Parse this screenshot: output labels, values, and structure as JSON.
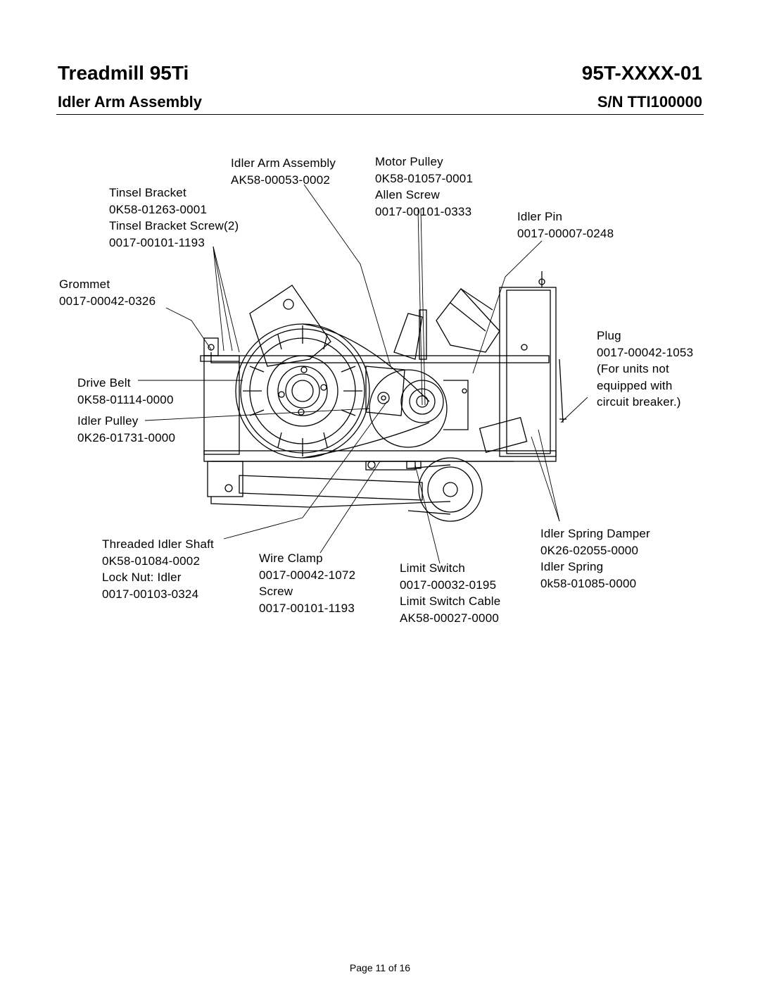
{
  "header": {
    "title": "Treadmill 95Ti",
    "model": "95T-XXXX-01",
    "subtitle": "Idler Arm Assembly",
    "serial": "S/N TTI100000"
  },
  "labels": {
    "idler_arm": [
      "Idler Arm  Assembly",
      "AK58-00053-0002"
    ],
    "motor_pulley": [
      "Motor Pulley",
      "0K58-01057-0001",
      "Allen Screw",
      "0017-00101-0333"
    ],
    "tinsel": [
      "Tinsel Bracket",
      "0K58-01263-0001",
      "Tinsel Bracket Screw(2)",
      "0017-00101-1193"
    ],
    "idler_pin": [
      "Idler Pin",
      "0017-00007-0248"
    ],
    "grommet": [
      "Grommet",
      "0017-00042-0326"
    ],
    "plug": [
      "Plug",
      "0017-00042-1053",
      "(For units not",
      "equipped with",
      "circuit breaker.)"
    ],
    "drive_belt": [
      "Drive Belt",
      "0K58-01114-0000"
    ],
    "idler_pulley": [
      "Idler Pulley",
      "0K26-01731-0000"
    ],
    "threaded_shaft": [
      "Threaded Idler Shaft",
      "0K58-01084-0002",
      "Lock Nut: Idler",
      "0017-00103-0324"
    ],
    "wire_clamp": [
      "Wire Clamp",
      "0017-00042-1072",
      "Screw",
      "0017-00101-1193"
    ],
    "limit_switch": [
      "Limit Switch",
      "0017-00032-0195",
      "Limit Switch Cable",
      "AK58-00027-0000"
    ],
    "spring": [
      "Idler Spring Damper",
      "0K26-02055-0000",
      "Idler Spring",
      "0k58-01085-0000"
    ]
  },
  "footer": {
    "page": "Page 11 of 16"
  }
}
